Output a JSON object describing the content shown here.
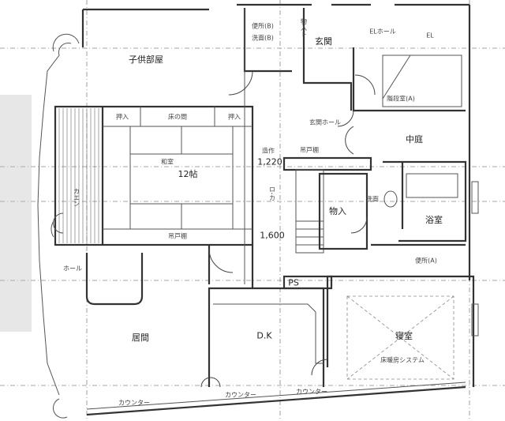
{
  "plan": {
    "rooms": {
      "kids_room": "子供部屋",
      "toilet_b": "便所(B)",
      "washroom_b": "洗面(B)",
      "closet_top": "物入ト",
      "entrance": "玄関",
      "el_hall": "ELホール",
      "el": "EL",
      "stair_a": "階段室(A)",
      "oshiire_left": "押入",
      "tokonoma": "床の間",
      "oshiire_right": "押入",
      "entrance_hall": "玄関ホール",
      "courtyard": "中庭",
      "washitsu": "和室",
      "washitsu_size": "12帖",
      "engawa": "カエン",
      "corridor": "ロ-カ",
      "washroom": "洗面",
      "storage": "物入",
      "bathroom": "浴室",
      "toilet_a": "便所(A)",
      "ps": "PS",
      "hall": "ホール",
      "living": "居間",
      "dk": "D.K",
      "bedroom": "寝室",
      "floor_heating": "床暖房システム"
    },
    "notes": {
      "cabinet_top": "吊戸棚",
      "cabinet_washitsu": "吊戸棚",
      "dim_1": "1,220",
      "dim_2": "1,600",
      "dim_note": "造作"
    },
    "counters": [
      "カウンター",
      "カウンター",
      "カウンター"
    ]
  }
}
